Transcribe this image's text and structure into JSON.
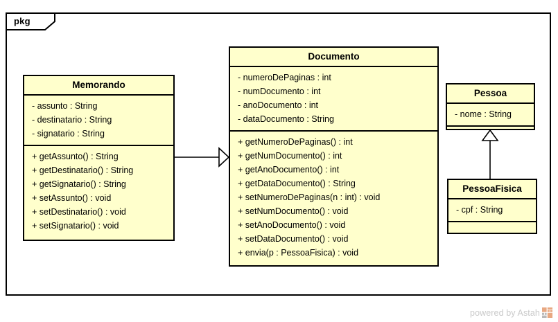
{
  "diagram": {
    "type": "uml-class-diagram",
    "package_label": "pkg",
    "background_color": "#ffffff",
    "class_fill_color": "#ffffcc",
    "class_border_color": "#000000"
  },
  "classes": [
    {
      "name": "Memorando",
      "attributes": [
        "- assunto : String",
        "- destinatario : String",
        "- signatario : String"
      ],
      "operations": [
        "+ getAssunto() : String",
        "+ getDestinatario() : String",
        "+ getSignatario() : String",
        "+ setAssunto() : void",
        "+ setDestinatario() : void",
        "+ setSignatario() : void"
      ]
    },
    {
      "name": "Documento",
      "attributes": [
        "- numeroDePaginas : int",
        "- numDocumento : int",
        "- anoDocumento : int",
        "- dataDocumento : String"
      ],
      "operations": [
        "+ getNumeroDePaginas() : int",
        "+ getNumDocumento() : int",
        "+ getAnoDocumento() : int",
        "+ getDataDocumento() : String",
        "+ setNumeroDePaginas(n : int) : void",
        "+ setNumDocumento() : void",
        "+ setAnoDocumento() : void",
        "+ setDataDocumento() : void",
        "+ envia(p : PessoaFisica) : void"
      ]
    },
    {
      "name": "Pessoa",
      "attributes": [
        "- nome : String"
      ],
      "operations": []
    },
    {
      "name": "PessoaFisica",
      "attributes": [
        "- cpf : String"
      ],
      "operations": []
    }
  ],
  "relationships": [
    {
      "kind": "generalization",
      "from": "Memorando",
      "to": "Documento",
      "orientation": "horizontal"
    },
    {
      "kind": "generalization",
      "from": "PessoaFisica",
      "to": "Pessoa",
      "orientation": "vertical"
    }
  ],
  "watermark": {
    "text": "powered by Astah",
    "logo_color": "#e8a882"
  }
}
